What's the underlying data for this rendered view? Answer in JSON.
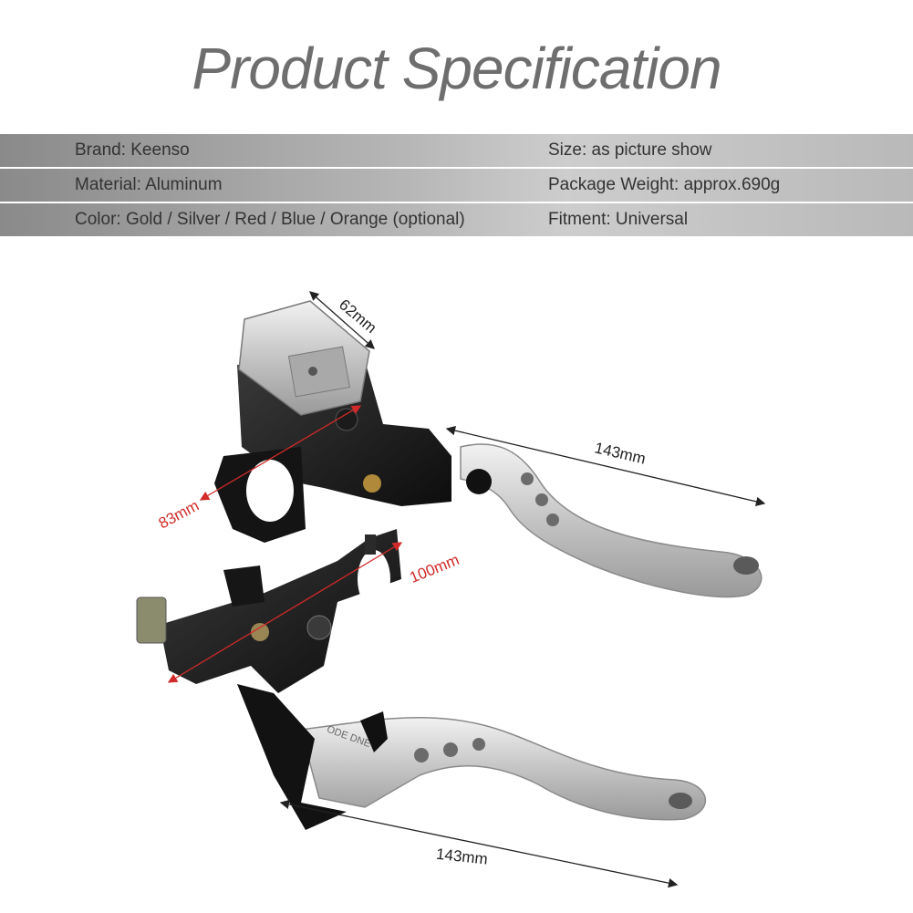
{
  "title": "Product Specification",
  "specs": [
    {
      "left": "Brand: Keenso",
      "right": "Size: as picture show"
    },
    {
      "left": "Material: Aluminum",
      "right": "Package Weight: approx.690g"
    },
    {
      "left": "Color: Gold / Silver / Red / Blue / Orange (optional)",
      "right": "Fitment: Universal"
    }
  ],
  "dimensions": {
    "reservoir_width": "62mm",
    "brake_lever_length": "143mm",
    "master_cylinder_length": "83mm",
    "clutch_perch_length": "100mm",
    "clutch_lever_length": "143mm"
  },
  "product_label": "ODE DNE",
  "colors": {
    "title": "#6e6e6e",
    "spec_text": "#333333",
    "dim_red": "#d22a2a",
    "lever_silver": "#c9c9c9",
    "body_black": "#151515"
  }
}
